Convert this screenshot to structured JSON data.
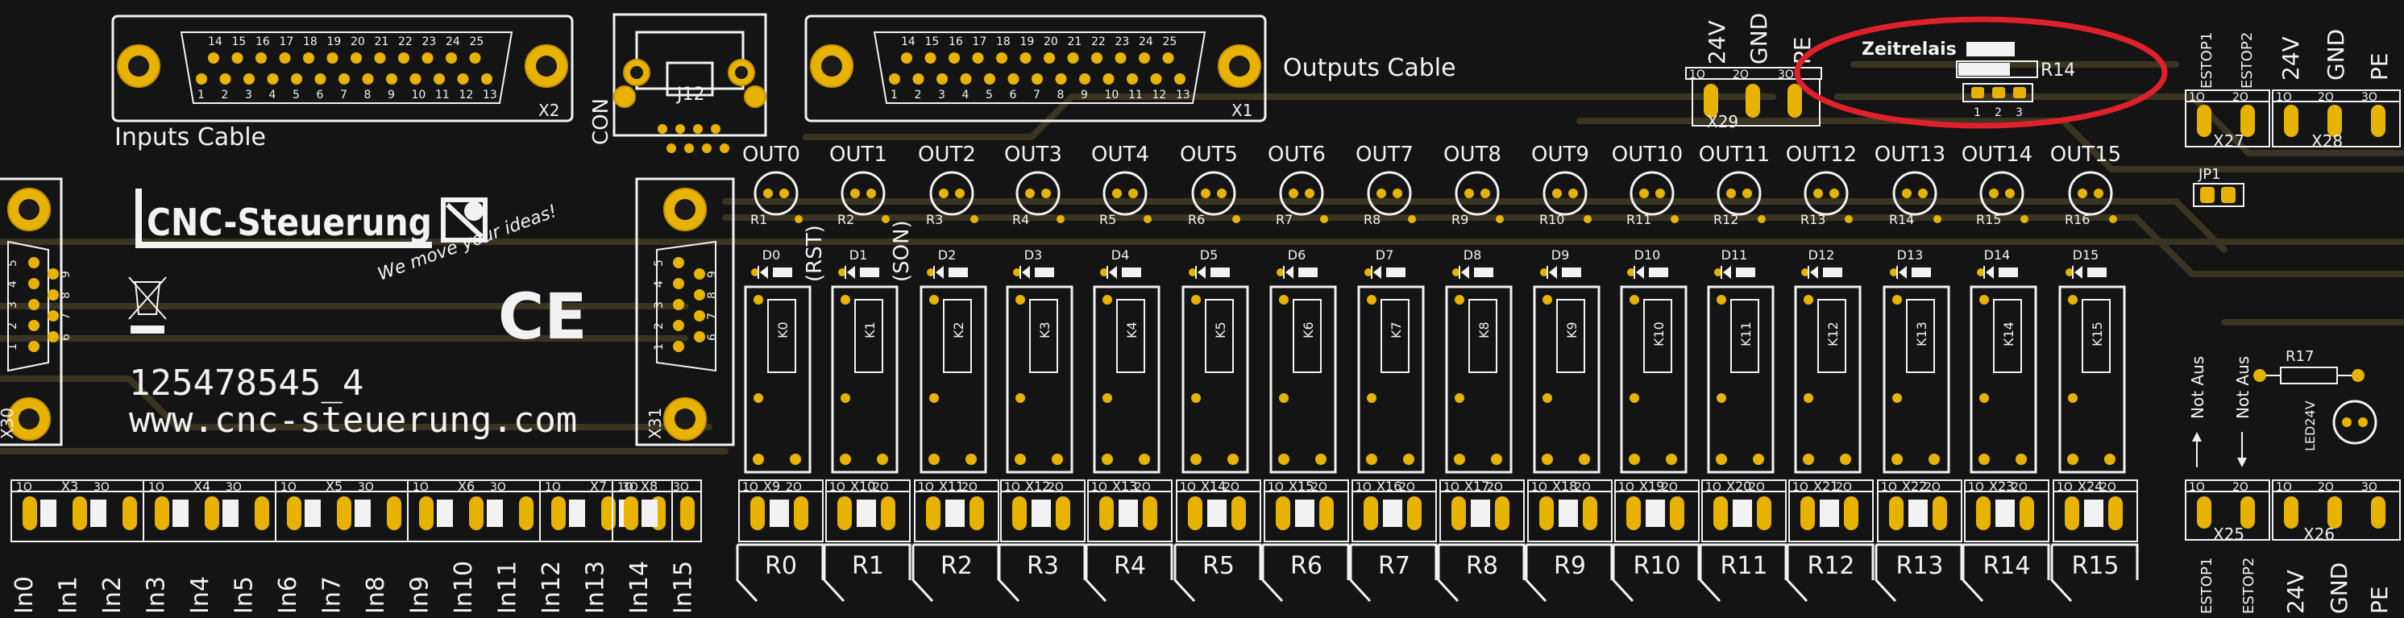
{
  "board": {
    "logo_text": "CNC-Steuerung",
    "slogan": "We move your ideas!",
    "ce_mark": "CE",
    "serial": "125478545_4",
    "website": "www.cnc-steuerung.com",
    "weee_icon": "crossed-bin-icon"
  },
  "connectors": {
    "x2": {
      "ref": "X2",
      "label": "Inputs Cable",
      "top_pins": [
        "14",
        "15",
        "16",
        "17",
        "18",
        "19",
        "20",
        "21",
        "22",
        "23",
        "24",
        "25"
      ],
      "bottom_pins": [
        "1",
        "2",
        "3",
        "4",
        "5",
        "6",
        "7",
        "8",
        "9",
        "10",
        "11",
        "12",
        "13"
      ]
    },
    "x1": {
      "ref": "X1",
      "label": "Outputs Cable",
      "top_pins": [
        "14",
        "15",
        "16",
        "17",
        "18",
        "19",
        "20",
        "21",
        "22",
        "23",
        "24",
        "25"
      ],
      "bottom_pins": [
        "1",
        "2",
        "3",
        "4",
        "5",
        "6",
        "7",
        "8",
        "9",
        "10",
        "11",
        "12",
        "13"
      ]
    },
    "j12": {
      "ref": "J12",
      "label": "CON"
    },
    "x30": {
      "ref": "X30",
      "pins_left": [
        "1",
        "2",
        "3",
        "4",
        "5"
      ],
      "pins_right": [
        "6",
        "7",
        "8",
        "9"
      ]
    },
    "x31": {
      "ref": "X31",
      "pins_left": [
        "1",
        "2",
        "3",
        "4",
        "5"
      ],
      "pins_right": [
        "6",
        "7",
        "8",
        "9"
      ]
    },
    "x29": {
      "ref": "X29",
      "labels": [
        "24V",
        "GND",
        "PE"
      ],
      "pins": [
        "1O",
        "2O",
        "3O"
      ]
    },
    "x27": {
      "ref": "X27",
      "labels": [
        "ESTOP1",
        "ESTOP2"
      ],
      "pins": [
        "1O",
        "2O"
      ]
    },
    "x28": {
      "ref": "X28",
      "labels": [
        "24V",
        "GND",
        "PE"
      ],
      "pins": [
        "1O",
        "2O",
        "3O"
      ]
    },
    "x25": {
      "ref": "X25",
      "labels": [
        "ESTOP1",
        "ESTOP2"
      ],
      "pins": [
        "1O",
        "2O"
      ],
      "arrows": [
        "Not Aus",
        "Not Aus"
      ]
    },
    "x26": {
      "ref": "X26",
      "labels": [
        "24V",
        "GND",
        "PE"
      ],
      "pins": [
        "1O",
        "2O",
        "3O"
      ]
    }
  },
  "zeitrelais": {
    "label": "Zeitrelais",
    "resistor": "R14",
    "pins": [
      "1",
      "2",
      "3"
    ],
    "highlight_color": "#e0202a"
  },
  "jp1": {
    "ref": "JP1"
  },
  "r17": {
    "ref": "R17"
  },
  "led24v": {
    "ref": "LED24V"
  },
  "outputs": [
    {
      "out": "OUT0",
      "r": "R1",
      "d": "D0",
      "k": "K0",
      "x": "X9",
      "relay": "R0",
      "extra": "(RST)"
    },
    {
      "out": "OUT1",
      "r": "R2",
      "d": "D1",
      "k": "K1",
      "x": "X10",
      "relay": "R1",
      "extra": "(SON)"
    },
    {
      "out": "OUT2",
      "r": "R3",
      "d": "D2",
      "k": "K2",
      "x": "X11",
      "relay": "R2",
      "extra": ""
    },
    {
      "out": "OUT3",
      "r": "R4",
      "d": "D3",
      "k": "K3",
      "x": "X12",
      "relay": "R3",
      "extra": ""
    },
    {
      "out": "OUT4",
      "r": "R5",
      "d": "D4",
      "k": "K4",
      "x": "X13",
      "relay": "R4",
      "extra": ""
    },
    {
      "out": "OUT5",
      "r": "R6",
      "d": "D5",
      "k": "K5",
      "x": "X14",
      "relay": "R5",
      "extra": ""
    },
    {
      "out": "OUT6",
      "r": "R7",
      "d": "D6",
      "k": "K6",
      "x": "X15",
      "relay": "R6",
      "extra": ""
    },
    {
      "out": "OUT7",
      "r": "R8",
      "d": "D7",
      "k": "K7",
      "x": "X16",
      "relay": "R7",
      "extra": ""
    },
    {
      "out": "OUT8",
      "r": "R9",
      "d": "D8",
      "k": "K8",
      "x": "X17",
      "relay": "R8",
      "extra": ""
    },
    {
      "out": "OUT9",
      "r": "R10",
      "d": "D9",
      "k": "K9",
      "x": "X18",
      "relay": "R9",
      "extra": ""
    },
    {
      "out": "OUT10",
      "r": "R11",
      "d": "D10",
      "k": "K10",
      "x": "X19",
      "relay": "R10",
      "extra": ""
    },
    {
      "out": "OUT11",
      "r": "R12",
      "d": "D11",
      "k": "K11",
      "x": "X20",
      "relay": "R11",
      "extra": ""
    },
    {
      "out": "OUT12",
      "r": "R13",
      "d": "D12",
      "k": "K12",
      "x": "X21",
      "relay": "R12",
      "extra": ""
    },
    {
      "out": "OUT13",
      "r": "R14",
      "d": "D13",
      "k": "K13",
      "x": "X22",
      "relay": "R13",
      "extra": ""
    },
    {
      "out": "OUT14",
      "r": "R15",
      "d": "D14",
      "k": "K14",
      "x": "X23",
      "relay": "R14",
      "extra": ""
    },
    {
      "out": "OUT15",
      "r": "R16",
      "d": "D15",
      "k": "K15",
      "x": "X24",
      "relay": "R15",
      "extra": ""
    }
  ],
  "input_terminals": [
    {
      "ref": "X3",
      "inputs": [
        "In0",
        "In1"
      ]
    },
    {
      "ref": "X4",
      "inputs": [
        "In2",
        "In3"
      ]
    },
    {
      "ref": "X5",
      "inputs": [
        "In4",
        "In5"
      ]
    },
    {
      "ref": "X6",
      "inputs": [
        "In6",
        "In7"
      ]
    },
    {
      "ref": "X7",
      "inputs": [
        "In8",
        "In9"
      ]
    },
    {
      "ref": "X8",
      "inputs": [
        "In10",
        "In11"
      ]
    }
  ],
  "input_labels": [
    "In0",
    "In1",
    "In2",
    "In3",
    "In4",
    "In5",
    "In6",
    "In7",
    "In8",
    "In9",
    "In10",
    "In11",
    "In12",
    "In13",
    "In14",
    "In15"
  ],
  "colors": {
    "pcb": "#141414",
    "silkscreen": "#f2f2f2",
    "copper": "#e8b200",
    "trace": "#3a3522"
  }
}
